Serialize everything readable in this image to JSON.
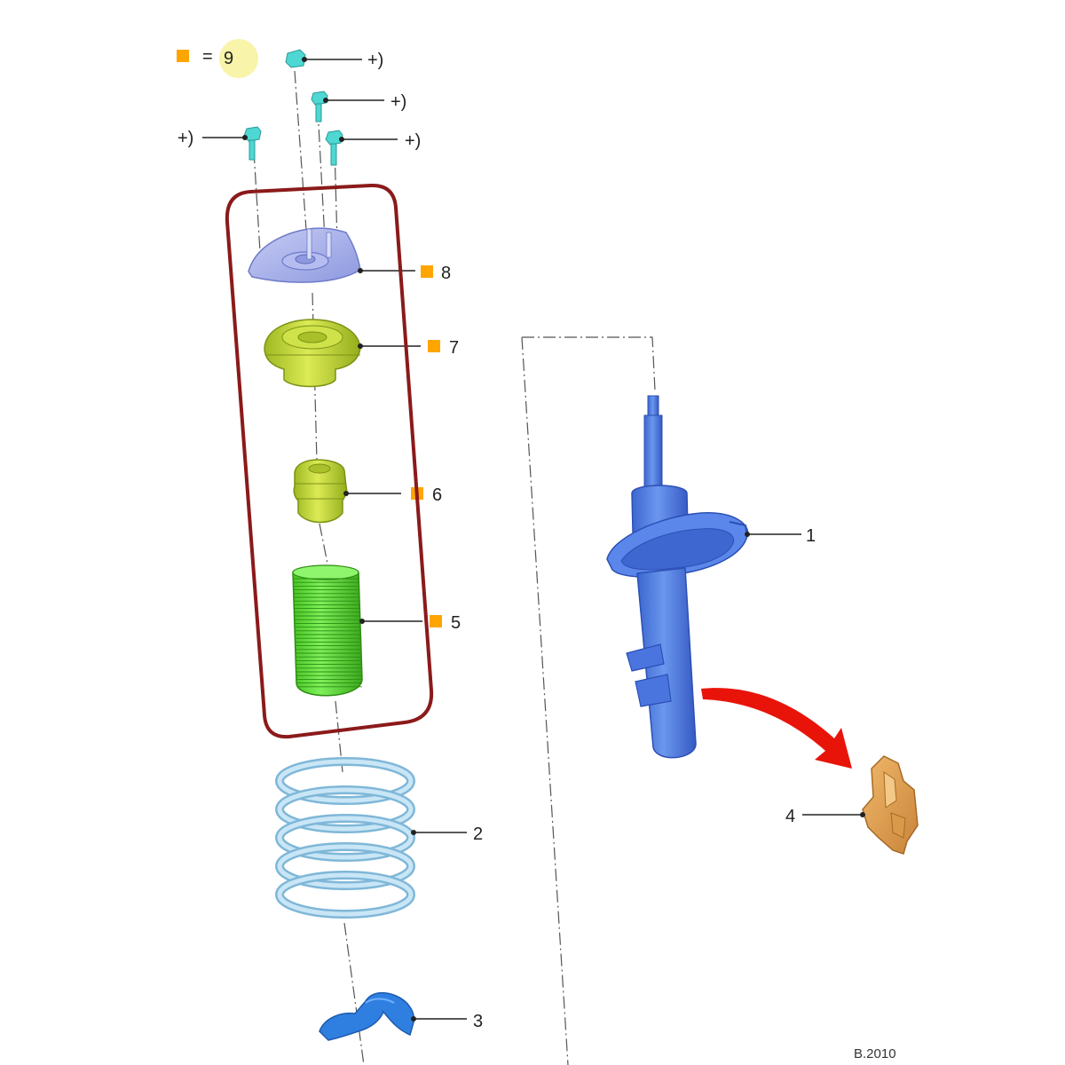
{
  "legend": {
    "marker_color": "#ffa500",
    "equals": "=",
    "value": "9",
    "highlight_color": "#f7f29a"
  },
  "fastener_note": "+)",
  "parts": {
    "p1": {
      "number": "1",
      "name": "shock-absorber-strut",
      "color": "#4f7fe3"
    },
    "p2": {
      "number": "2",
      "name": "coil-spring",
      "color": "#a9d4ec"
    },
    "p3": {
      "number": "3",
      "name": "lower-spring-seat",
      "color": "#2f7fe0"
    },
    "p4": {
      "number": "4",
      "name": "clip",
      "color": "#e6a352"
    },
    "p5": {
      "number": "5",
      "name": "protective-sleeve",
      "color": "#63e03c",
      "marked": true
    },
    "p6": {
      "number": "6",
      "name": "bump-stop",
      "color": "#b7d23a",
      "marked": true
    },
    "p7": {
      "number": "7",
      "name": "upper-spring-seat",
      "color": "#c4da3a",
      "marked": true
    },
    "p8": {
      "number": "8",
      "name": "strut-mount",
      "color": "#a7b1ea",
      "marked": true
    }
  },
  "annotation_frame_color": "#8b1a1a",
  "arrow_color": "#e8140a",
  "code": "B.2010"
}
